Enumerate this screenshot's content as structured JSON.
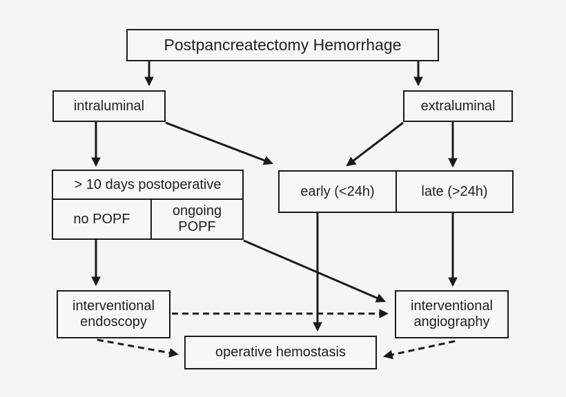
{
  "diagram": {
    "title": "Postpancreatectomy Hemorrhage",
    "colors": {
      "background": "#f5f5f4",
      "box_fill": "#f7f7f6",
      "line": "#1a1a1a",
      "text": "#1f1f1f"
    },
    "nodes": {
      "title": {
        "label": "Postpancreatectomy Hemorrhage"
      },
      "intraluminal": {
        "label": "intraluminal"
      },
      "extraluminal": {
        "label": "extraluminal"
      },
      "postop": {
        "header": "> 10 days postoperative",
        "cell_left": "no POPF",
        "cell_right_line1": "ongoing",
        "cell_right_line2": "POPF"
      },
      "timing": {
        "early": "early (<24h)",
        "late": "late (>24h)"
      },
      "endoscopy": {
        "line1": "interventional",
        "line2": "endoscopy"
      },
      "angiography": {
        "line1": "interventional",
        "line2": "angiography"
      },
      "operative": {
        "label": "operative hemostasis"
      }
    },
    "edges": [
      {
        "from": "Postpancreatectomy Hemorrhage",
        "to": "intraluminal",
        "style": "solid"
      },
      {
        "from": "Postpancreatectomy Hemorrhage",
        "to": "extraluminal",
        "style": "solid"
      },
      {
        "from": "intraluminal",
        "to": "> 10 days postoperative",
        "style": "solid"
      },
      {
        "from": "intraluminal",
        "to": "early (<24h)",
        "style": "solid"
      },
      {
        "from": "extraluminal",
        "to": "early (<24h)",
        "style": "solid"
      },
      {
        "from": "extraluminal",
        "to": "late (>24h)",
        "style": "solid"
      },
      {
        "from": "no POPF",
        "to": "interventional endoscopy",
        "style": "solid"
      },
      {
        "from": "ongoing POPF",
        "to": "interventional angiography",
        "style": "solid"
      },
      {
        "from": "early (<24h)",
        "to": "operative hemostasis",
        "style": "solid"
      },
      {
        "from": "late (>24h)",
        "to": "interventional angiography",
        "style": "solid"
      },
      {
        "from": "interventional endoscopy",
        "to": "interventional angiography",
        "style": "dashed"
      },
      {
        "from": "interventional endoscopy",
        "to": "operative hemostasis",
        "style": "dashed"
      },
      {
        "from": "interventional angiography",
        "to": "operative hemostasis",
        "style": "dashed"
      }
    ]
  }
}
